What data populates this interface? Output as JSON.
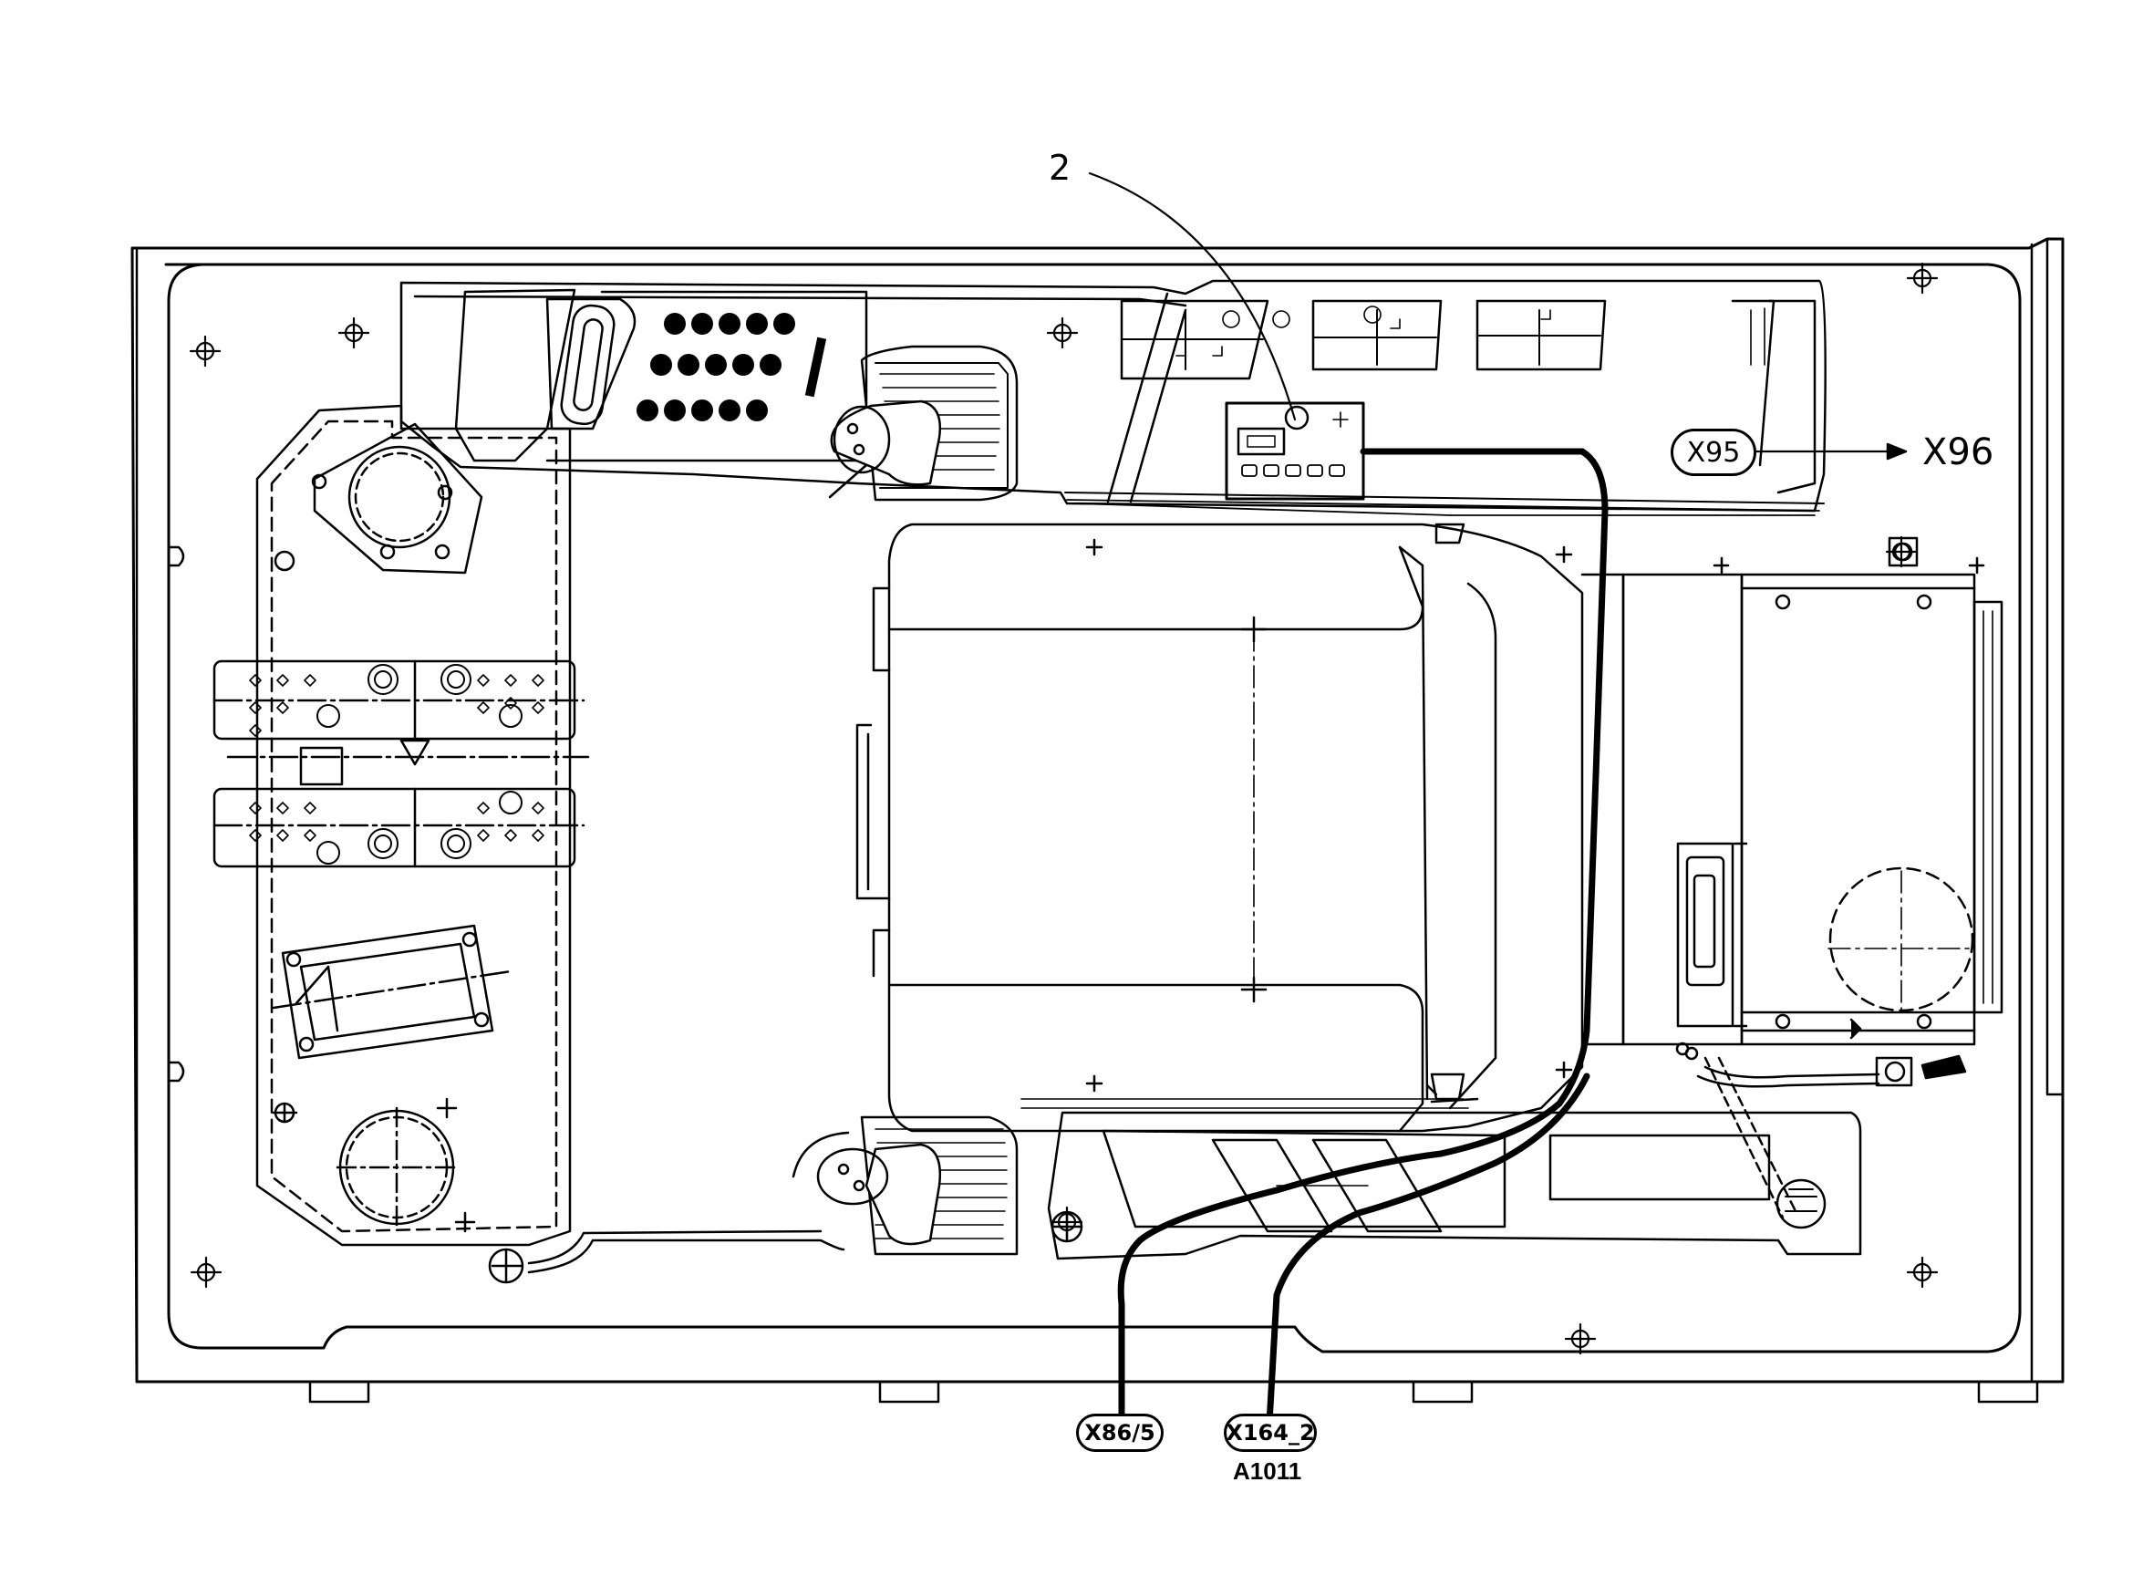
{
  "callouts": {
    "item_number": "2",
    "x95": "X95",
    "x96": "X96",
    "x86_5": "X86/5",
    "x164_2": "X164_2",
    "a1011": "A1011"
  },
  "colors": {
    "line": "#000000",
    "background": "#ffffff"
  }
}
